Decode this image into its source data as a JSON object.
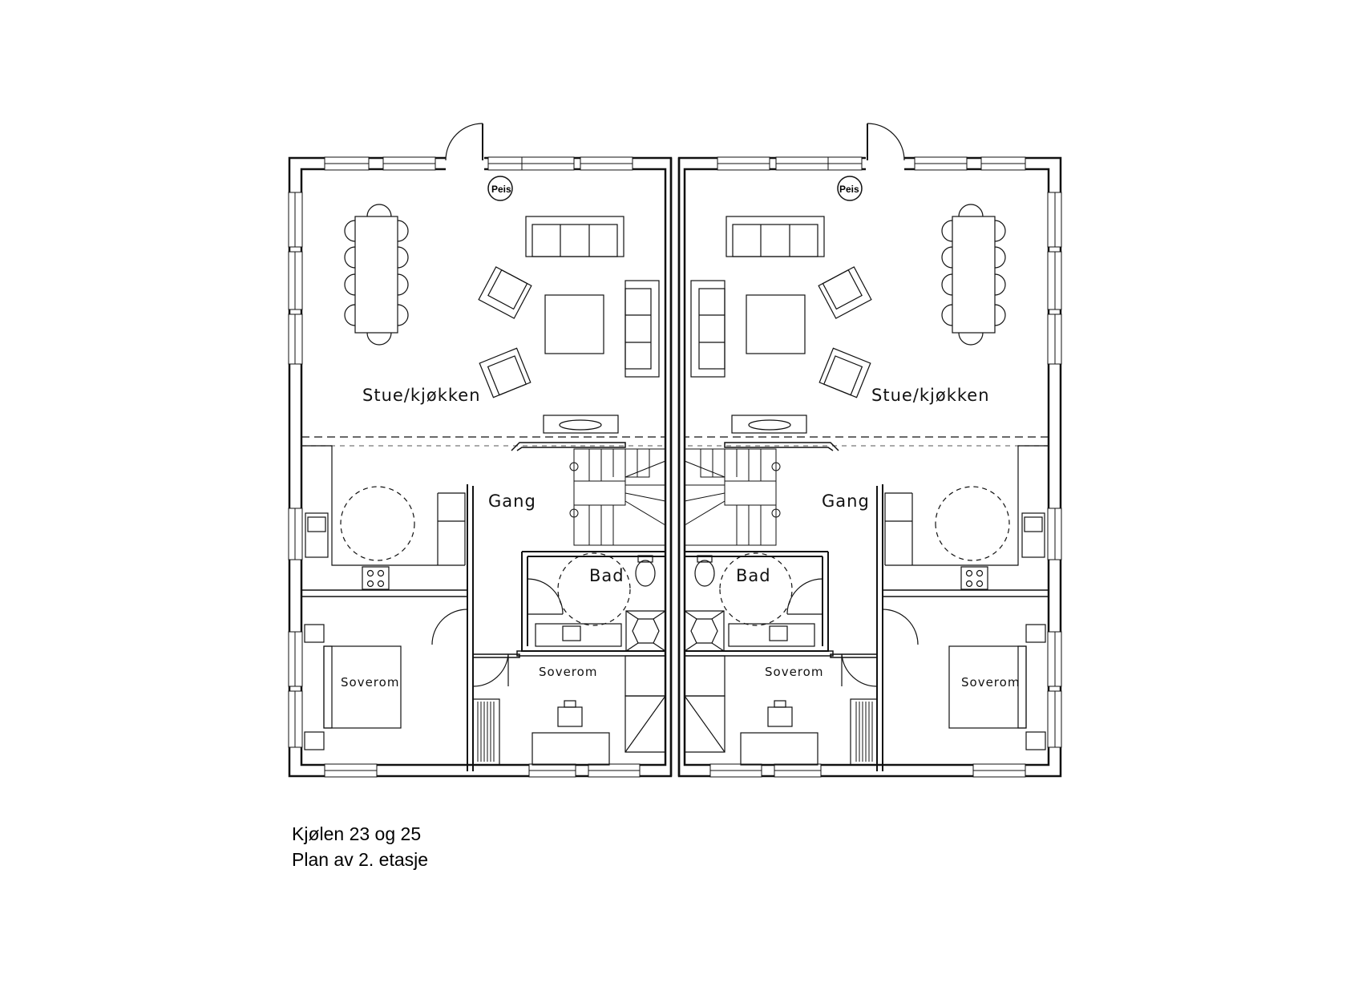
{
  "units": [
    {
      "house": "Kjølen 23",
      "living_label": "Stue/kjøkken",
      "hall_label": "Gang",
      "bath_label": "Bad",
      "bedroom1_label": "Soverom",
      "bedroom2_label": "Soverom",
      "fireplace_label": "Peis"
    },
    {
      "house": "Kjølen 25",
      "living_label": "Stue/kjøkken",
      "hall_label": "Gang",
      "bath_label": "Bad",
      "bedroom1_label": "Soverom",
      "bedroom2_label": "Soverom",
      "fireplace_label": "Peis"
    }
  ],
  "caption": {
    "line1": "Kjølen 23 og 25",
    "line2": "Plan av 2. etasje"
  }
}
